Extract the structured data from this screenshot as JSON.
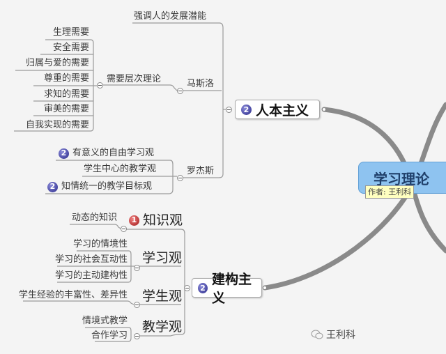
{
  "center": {
    "title": "学习理论",
    "note": "作者: 王利科"
  },
  "humanism": {
    "label": "人本主义",
    "badge": "2",
    "maslow": {
      "label": "马斯洛",
      "potential": "强调人的发展潜能",
      "hierarchy": {
        "label": "需要层次理论",
        "items": [
          "生理需要",
          "安全需要",
          "归属与爱的需要",
          "尊重的需要",
          "求知的需要",
          "审美的需要",
          "自我实现的需要"
        ]
      }
    },
    "rogers": {
      "label": "罗杰斯",
      "items": [
        {
          "text": "有意义的自由学习观",
          "badge": "2"
        },
        {
          "text": "学生中心的教学观"
        },
        {
          "text": "知情统一的教学目标观",
          "badge": "2"
        }
      ]
    }
  },
  "constructivism": {
    "label": "建构主义",
    "badge": "2",
    "knowledge": {
      "label": "知识观",
      "badge": "1",
      "items": [
        "动态的知识"
      ]
    },
    "learning": {
      "label": "学习观",
      "items": [
        "学习的情境性",
        "学习的社会互动性",
        "学习的主动建构性"
      ]
    },
    "student": {
      "label": "学生观",
      "items": [
        "学生经验的丰富性、差异性"
      ]
    },
    "teaching": {
      "label": "教学观",
      "items": [
        "情境式教学",
        "合作学习"
      ]
    }
  },
  "watermark": {
    "text": "王利科",
    "icon": "wechat-icon"
  },
  "colors": {
    "center_fill": "#8ec3f0",
    "note_fill": "#ffffc0",
    "badge_blue": "#2a2a8a",
    "badge_red": "#a01818",
    "branch": "#8a8a8a"
  }
}
